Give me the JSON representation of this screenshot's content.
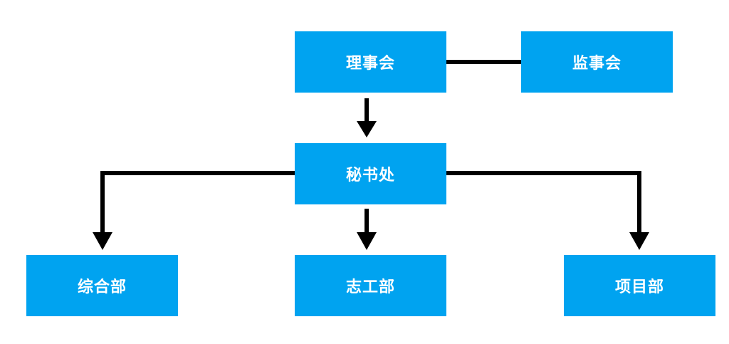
{
  "colors": {
    "box_fill": "#00A3F0",
    "box_text": "#FFFFFF",
    "connector": "#000000",
    "background": "#FFFFFF"
  },
  "nodes": {
    "board": "理事会",
    "supervisors": "监事会",
    "secretariat": "秘书处",
    "general": "综合部",
    "volunteer": "志工部",
    "project": "项目部"
  },
  "edges": [
    {
      "from": "board",
      "to": "supervisors",
      "style": "line"
    },
    {
      "from": "board",
      "to": "secretariat",
      "style": "arrow"
    },
    {
      "from": "secretariat",
      "to": "general",
      "style": "arrow"
    },
    {
      "from": "secretariat",
      "to": "volunteer",
      "style": "arrow"
    },
    {
      "from": "secretariat",
      "to": "project",
      "style": "arrow"
    }
  ]
}
